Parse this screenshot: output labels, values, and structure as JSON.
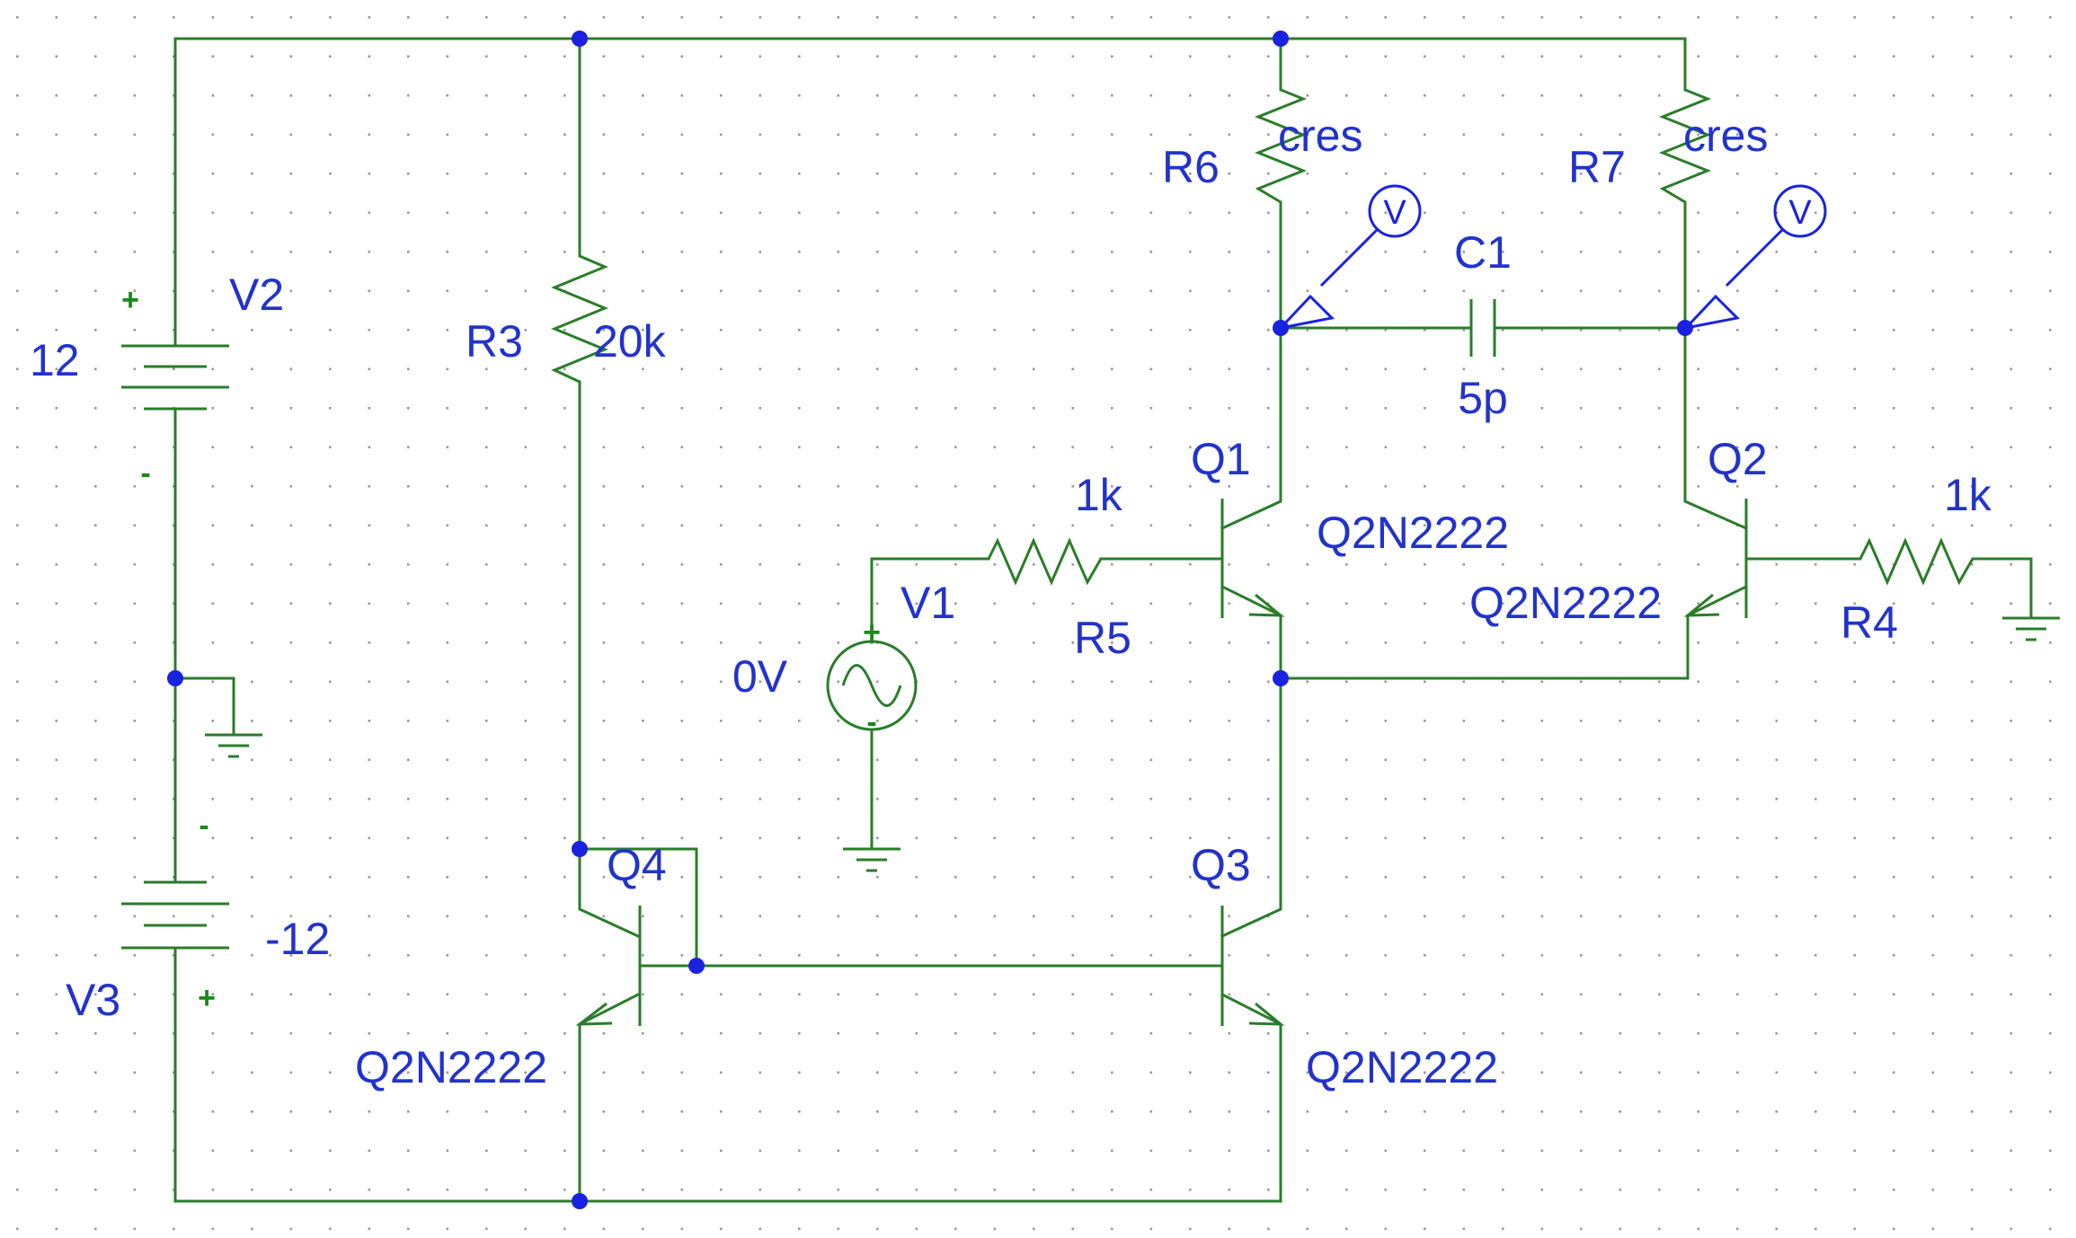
{
  "schematic": {
    "v2": {
      "name": "V2",
      "value": "12",
      "plus": "+",
      "minus": "-"
    },
    "v3": {
      "name": "V3",
      "value": "-12",
      "plus": "+",
      "minus": "-"
    },
    "v1": {
      "name": "V1",
      "value": "0V",
      "plus": "+",
      "minus": "-"
    },
    "r3": {
      "name": "R3",
      "value": "20k"
    },
    "r5": {
      "name": "R5",
      "value": "1k"
    },
    "r4": {
      "name": "R4",
      "value": "1k"
    },
    "r6": {
      "name": "R6",
      "value": "cres"
    },
    "r7": {
      "name": "R7",
      "value": "cres"
    },
    "c1": {
      "name": "C1",
      "value": "5p"
    },
    "q1": {
      "name": "Q1",
      "model": "Q2N2222"
    },
    "q2": {
      "name": "Q2",
      "model": "Q2N2222"
    },
    "q3": {
      "name": "Q3",
      "model": "Q2N2222"
    },
    "q4": {
      "name": "Q4",
      "model": "Q2N2222"
    },
    "probe_left": {
      "text": "V"
    },
    "probe_right": {
      "text": "V"
    }
  },
  "colors": {
    "wire": "#2a7d2a",
    "label": "#2233cc",
    "node": "#1a22e0",
    "polarity": "#1a8a1a",
    "grid": "#9a9a9a"
  }
}
